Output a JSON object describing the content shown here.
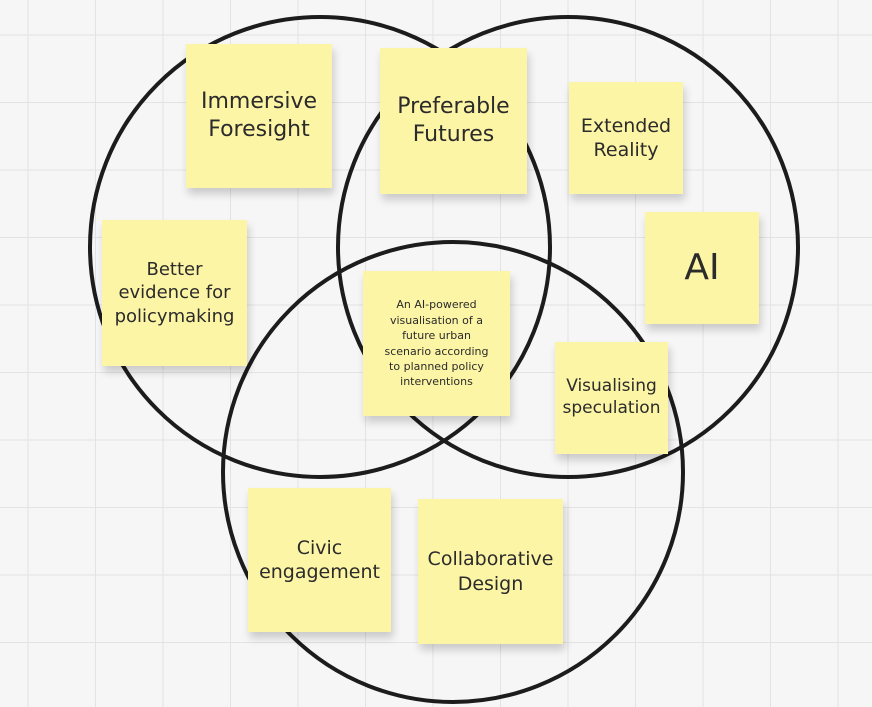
{
  "colors": {
    "note_fill": "#fdf5a6",
    "circle_stroke": "#1c1c1c",
    "text": "#2b2b2b"
  },
  "notes": {
    "immersive_foresight": "Immersive Foresight",
    "preferable_futures": "Preferable Futures",
    "extended_reality": "Extended Reality",
    "ai": "AI",
    "better_evidence": "Better evidence for policymaking",
    "ai_visualisation": "An AI-powered visualisation of a future urban scenario according to planned policy interventions",
    "visualising_speculation": "Visualising speculation",
    "civic_engagement": "Civic engagement",
    "collaborative_design": "Collaborative Design"
  }
}
